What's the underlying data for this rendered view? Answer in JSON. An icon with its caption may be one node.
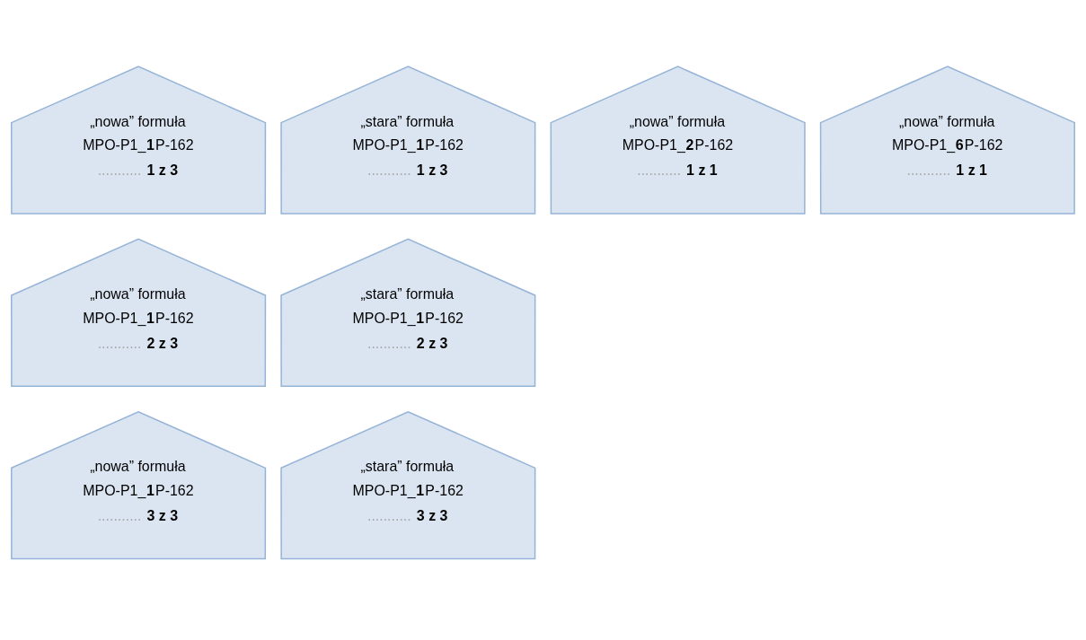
{
  "diagram": {
    "nodes": [
      {
        "text": [
          "„nowa” formuła",
          "MPO-P1_**1**P-162",
          "........... **1 z 3**"
        ]
      },
      {
        "text": [
          "„stara” formuła",
          "MPO-P1_**1**P-162",
          "........... **1 z 3**"
        ]
      },
      {
        "text": [
          "„nowa” formuła",
          "MPO-P1_**2**P-162",
          "........... **1 z 1**"
        ]
      },
      {
        "text": [
          "„nowa” formuła",
          "MPO-P1_**6**P-162",
          "........... **1 z 1**"
        ]
      },
      {
        "text": [
          "„nowa” formuła",
          "MPO-P1_**1**P-162",
          "........... **2 z 3**"
        ]
      },
      {
        "text": [
          "„stara” formuła",
          "MPO-P1_**1**P-162",
          "........... **2 z 3**"
        ]
      },
      {
        "text": [
          "„nowa” formuła",
          "MPO-P1_**1**P-162",
          "........... **3 z 3**"
        ]
      },
      {
        "text": [
          "„stara” formuła",
          "MPO-P1_**1**P-162",
          "........... **3 z 3**"
        ]
      }
    ]
  }
}
